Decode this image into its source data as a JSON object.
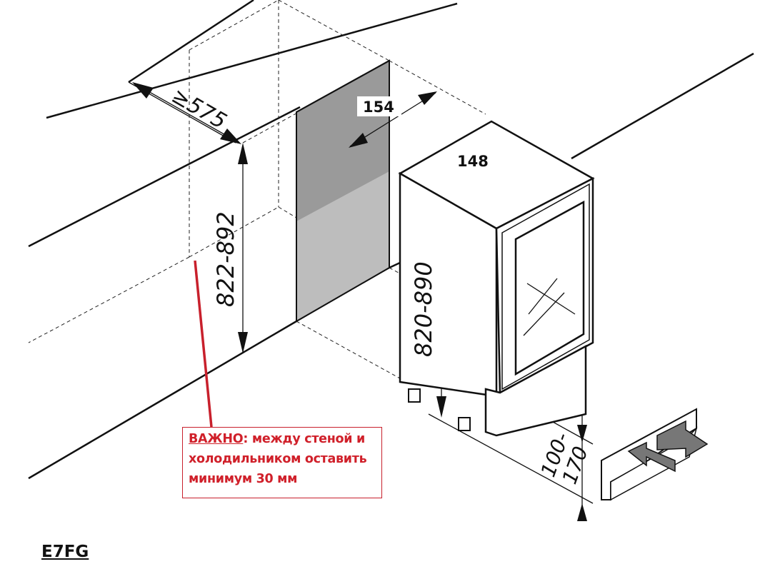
{
  "dimensions": {
    "niche_depth": "≥575",
    "niche_height": "822-892",
    "ventilation_depth": "154",
    "appliance_depth": "148",
    "appliance_height": "820-890",
    "plinth_height_top": "100-",
    "plinth_height_bottom": "170"
  },
  "warning": {
    "label": "ВАЖНО",
    "text_line1": ": между стеной и",
    "text_line2": "холодильником оставить",
    "text_line3": "минимум 30 мм",
    "color": "#d0202a"
  },
  "model": "E7FG"
}
